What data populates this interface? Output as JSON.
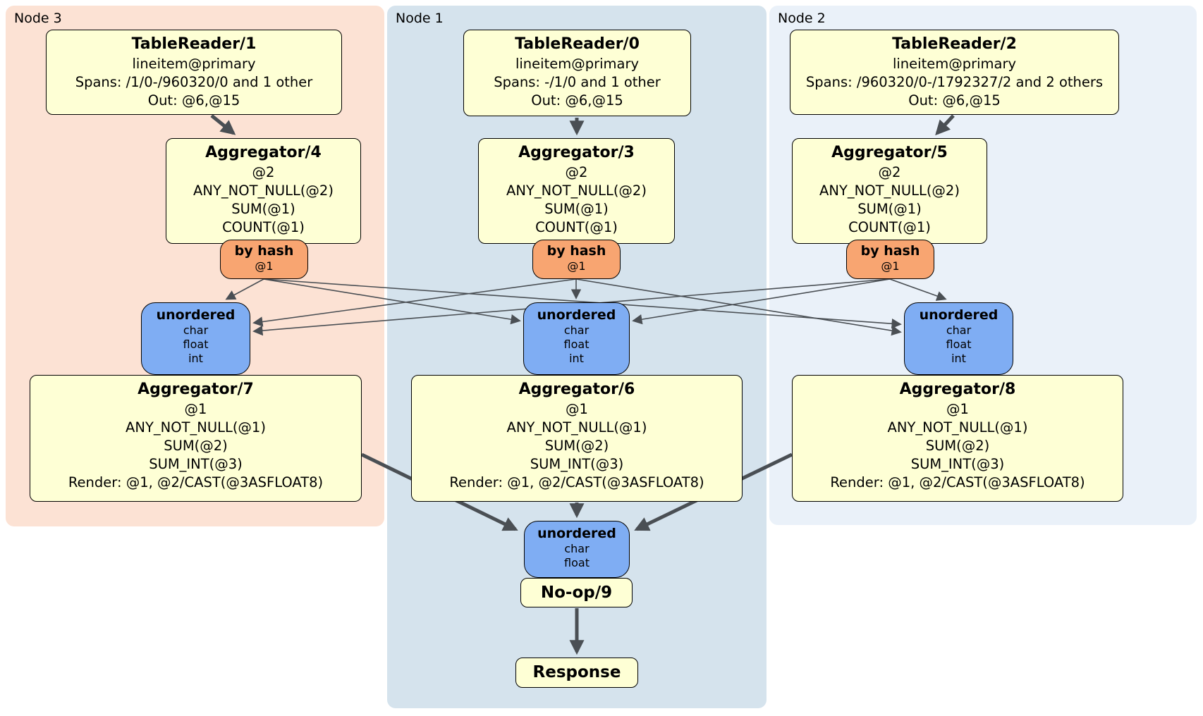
{
  "diagram_title": "DistSQL physical plan",
  "panels": [
    {
      "label": "Node 3"
    },
    {
      "label": "Node 1"
    },
    {
      "label": "Node 2"
    }
  ],
  "colors": {
    "node3_bg": "#fce2d4",
    "node1_bg": "#d5e3ed",
    "node2_bg": "#eaf1f9",
    "processor_fill": "#feffd5",
    "router_fill": "#f8a571",
    "sync_fill": "#7fadf3",
    "edge": "#4a4f54",
    "border": "#000000"
  },
  "boxes": {
    "tr1": {
      "title": "TableReader/1",
      "lines": [
        "lineitem@primary",
        "Spans: /1/0-/960320/0 and 1 other",
        "Out: @6,@15"
      ]
    },
    "tr0": {
      "title": "TableReader/0",
      "lines": [
        "lineitem@primary",
        "Spans: -/1/0 and 1 other",
        "Out: @6,@15"
      ]
    },
    "tr2": {
      "title": "TableReader/2",
      "lines": [
        "lineitem@primary",
        "Spans: /960320/0-/1792327/2 and 2 others",
        "Out: @6,@15"
      ]
    },
    "agg4": {
      "title": "Aggregator/4",
      "lines": [
        "@2",
        "ANY_NOT_NULL(@2)",
        "SUM(@1)",
        "COUNT(@1)"
      ]
    },
    "agg3": {
      "title": "Aggregator/3",
      "lines": [
        "@2",
        "ANY_NOT_NULL(@2)",
        "SUM(@1)",
        "COUNT(@1)"
      ]
    },
    "agg5": {
      "title": "Aggregator/5",
      "lines": [
        "@2",
        "ANY_NOT_NULL(@2)",
        "SUM(@1)",
        "COUNT(@1)"
      ]
    },
    "bh3": {
      "title": "by hash",
      "lines": [
        "@1"
      ]
    },
    "bh1": {
      "title": "by hash",
      "lines": [
        "@1"
      ]
    },
    "bh2": {
      "title": "by hash",
      "lines": [
        "@1"
      ]
    },
    "un3": {
      "title": "unordered",
      "lines": [
        "char",
        "float",
        "int"
      ]
    },
    "un1": {
      "title": "unordered",
      "lines": [
        "char",
        "float",
        "int"
      ]
    },
    "un2": {
      "title": "unordered",
      "lines": [
        "char",
        "float",
        "int"
      ]
    },
    "agg7": {
      "title": "Aggregator/7",
      "lines": [
        "@1",
        "ANY_NOT_NULL(@1)",
        "SUM(@2)",
        "SUM_INT(@3)",
        "Render: @1, @2/CAST(@3ASFLOAT8)"
      ]
    },
    "agg6": {
      "title": "Aggregator/6",
      "lines": [
        "@1",
        "ANY_NOT_NULL(@1)",
        "SUM(@2)",
        "SUM_INT(@3)",
        "Render: @1, @2/CAST(@3ASFLOAT8)"
      ]
    },
    "agg8": {
      "title": "Aggregator/8",
      "lines": [
        "@1",
        "ANY_NOT_NULL(@1)",
        "SUM(@2)",
        "SUM_INT(@3)",
        "Render: @1, @2/CAST(@3ASFLOAT8)"
      ]
    },
    "unf": {
      "title": "unordered",
      "lines": [
        "char",
        "float"
      ]
    },
    "noop": {
      "title": "No-op/9"
    },
    "resp": {
      "title": "Response"
    }
  }
}
